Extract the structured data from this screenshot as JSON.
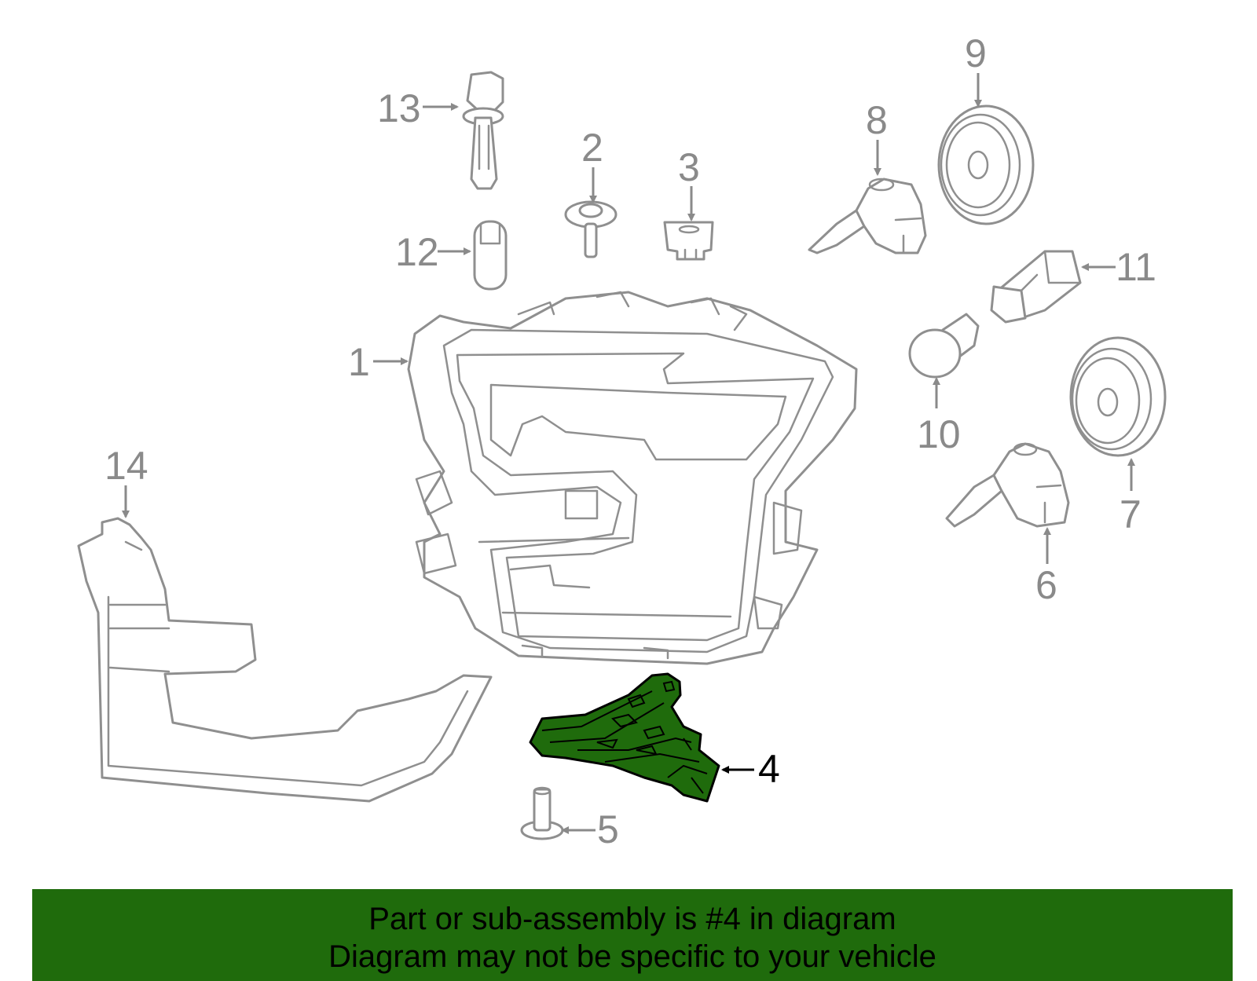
{
  "colors": {
    "highlight": "#1f6b0c",
    "banner": "#1f6b0c",
    "line_art": "#8f8f8f",
    "label": "#8a8a8a",
    "highlight_label": "#000000"
  },
  "diagram": {
    "highlighted_part": "4",
    "labels": [
      "1",
      "2",
      "3",
      "4",
      "5",
      "6",
      "7",
      "8",
      "9",
      "10",
      "11",
      "12",
      "13",
      "14"
    ]
  },
  "banner": {
    "line1": "Part or sub-assembly is #4 in diagram",
    "line2": "Diagram may not be specific to your vehicle"
  }
}
